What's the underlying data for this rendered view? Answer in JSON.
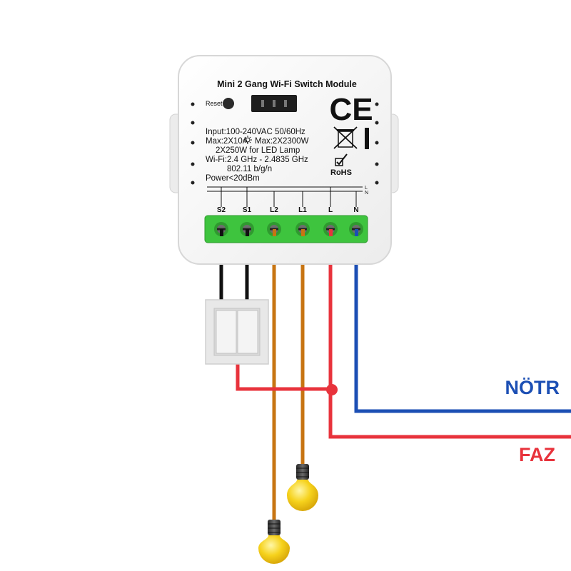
{
  "module": {
    "title": "Mini 2 Gang Wi-Fi Switch Module",
    "reset_label": "Reset",
    "specs": [
      "Input:100-240VAC 50/60Hz",
      "Max:2X10A",
      "Max:2X2300W",
      "2X250W for LED Lamp",
      "Wi-Fi:2.4 GHz - 2.4835 GHz",
      "802.11 b/g/n",
      "Power<20dBm"
    ],
    "ce_mark": "CE",
    "rohs_label": "RoHS",
    "bus_labels": [
      "L",
      "N"
    ],
    "terminals": [
      "S2",
      "S1",
      "L2",
      "L1",
      "L",
      "N"
    ]
  },
  "wire_labels": {
    "neutral": "NÖTR",
    "phase": "FAZ"
  },
  "colors": {
    "terminal_block": "#3ec43e",
    "phase_wire": "#e8333c",
    "neutral_wire": "#1c4fb4",
    "lamp_wire": "#c77412",
    "switch_wire": "#111111",
    "neutral_label": "#1c4fb4",
    "phase_label": "#e8333c",
    "bulb": "#f6d21c"
  }
}
